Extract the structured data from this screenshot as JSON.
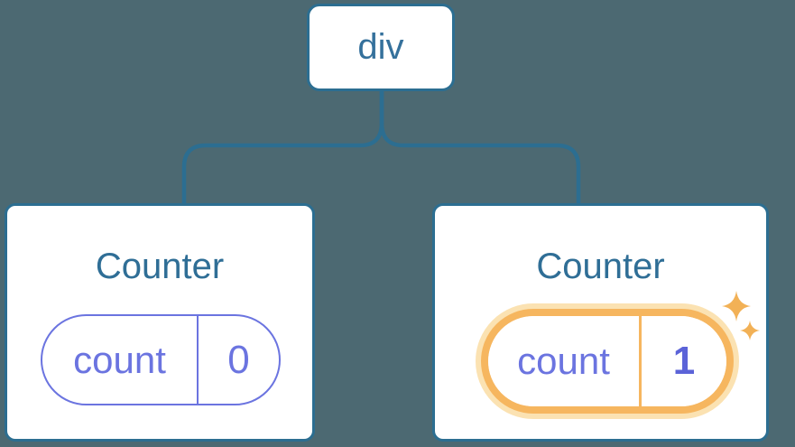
{
  "diagram": {
    "description": "component tree: div root with two Counter children, second counter state highlighted",
    "colors": {
      "background": "#4C6972",
      "line_blue": "#2C6E91",
      "title_blue": "#2F6E96",
      "state_purple": "#6B74E0",
      "value_purple_bold": "#5B63D8",
      "highlight_orange": "#F6B65F",
      "highlight_glow": "#FBE2B2",
      "sparkle": "#F2B156"
    }
  },
  "root_node": {
    "label": "div"
  },
  "counters": [
    {
      "title": "Counter",
      "state_label": "count",
      "state_value": "0",
      "highlighted": false
    },
    {
      "title": "Counter",
      "state_label": "count",
      "state_value": "1",
      "highlighted": true
    }
  ]
}
